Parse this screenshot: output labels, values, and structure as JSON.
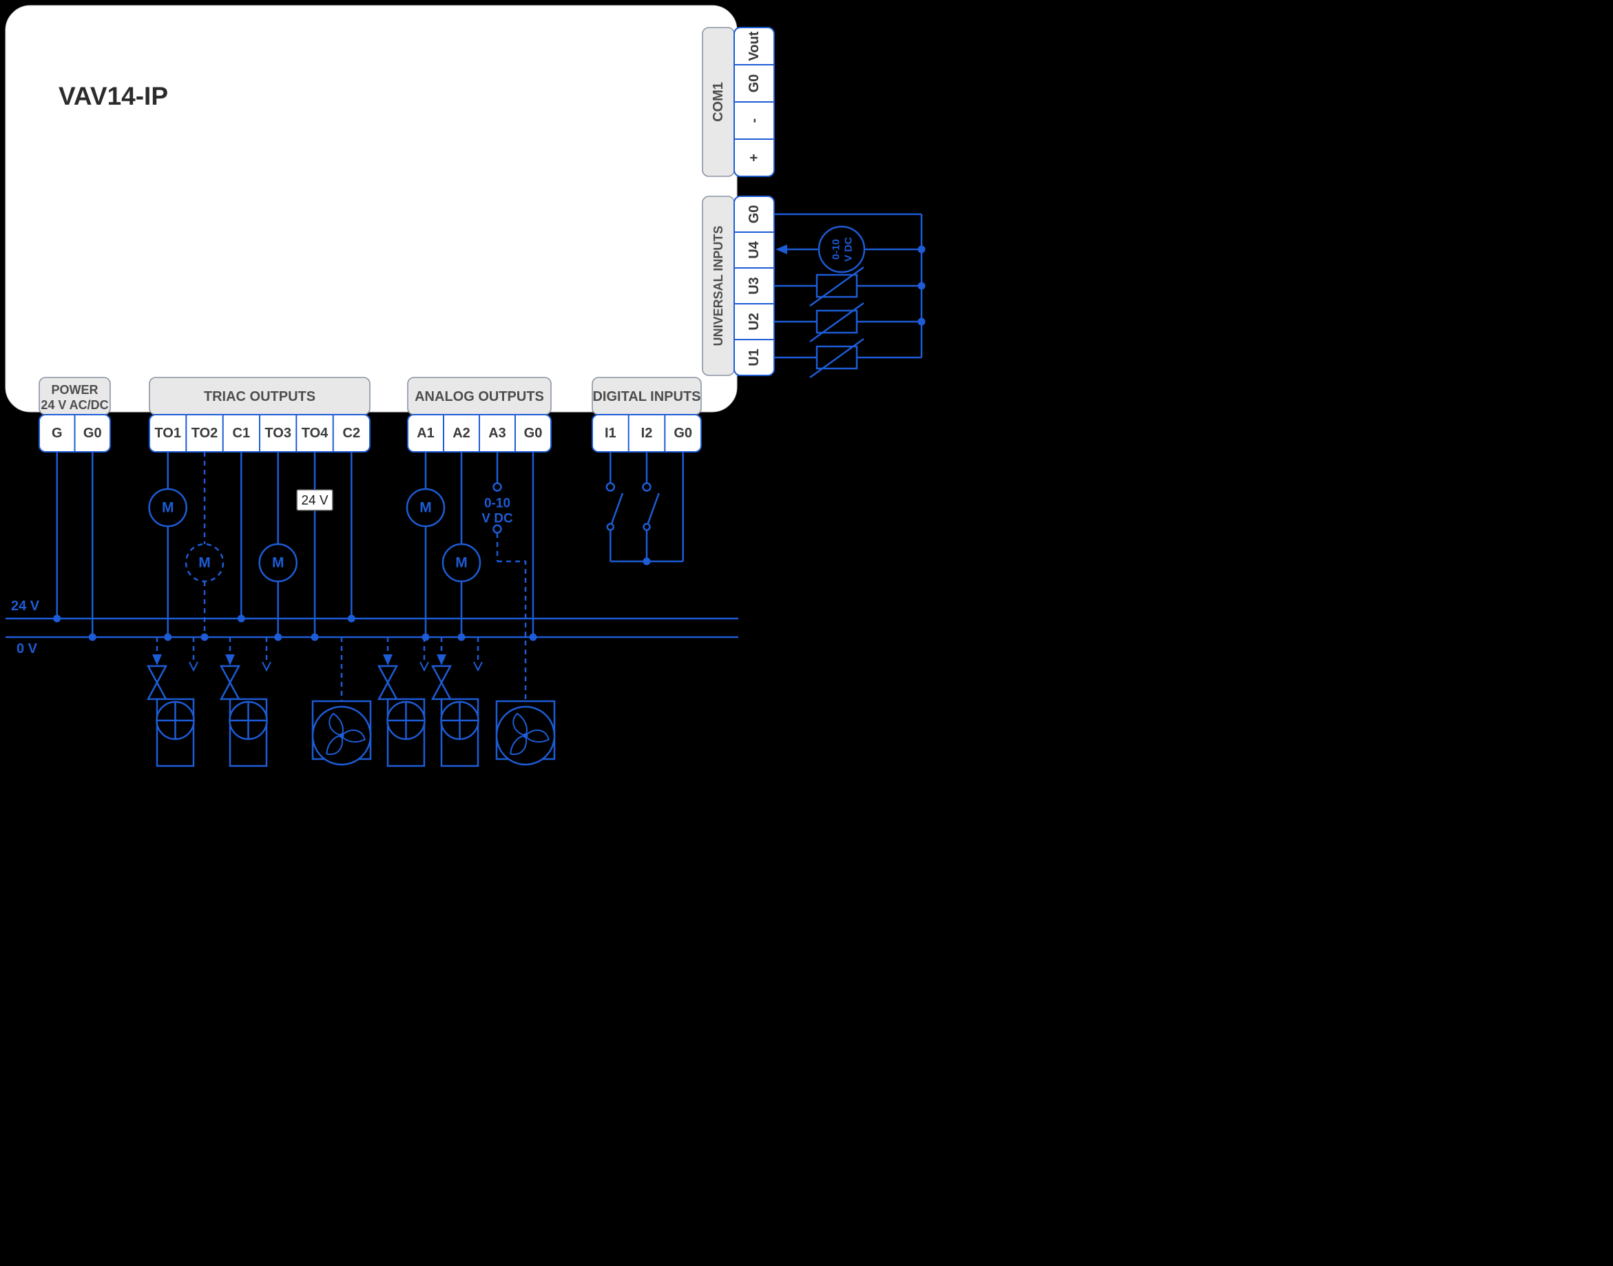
{
  "title": "VAV14-IP",
  "colors": {
    "accent": "#1d5cd6",
    "header_fill": "#e8e8e8",
    "header_stroke": "#8a94a3",
    "header_text": "#4d4d4d",
    "terminal_text": "#3a3a3a",
    "background": "#000000",
    "body": "#ffffff"
  },
  "groups": {
    "power": {
      "label_lines": [
        "POWER",
        "24 V AC/DC"
      ],
      "terminals": [
        "G",
        "G0"
      ]
    },
    "triac": {
      "label": "TRIAC OUTPUTS",
      "terminals": [
        "TO1",
        "TO2",
        "C1",
        "TO3",
        "TO4",
        "C2"
      ]
    },
    "analog": {
      "label": "ANALOG OUTPUTS",
      "terminals": [
        "A1",
        "A2",
        "A3",
        "G0"
      ]
    },
    "digital": {
      "label": "DIGITAL INPUTS",
      "terminals": [
        "I1",
        "I2",
        "G0"
      ]
    },
    "com1": {
      "label": "COM1",
      "terminals": [
        "Vout",
        "G0",
        "-",
        "+"
      ]
    },
    "universal": {
      "label": "UNIVERSAL INPUTS",
      "terminals": [
        "G0",
        "U4",
        "U3",
        "U2",
        "U1"
      ]
    }
  },
  "annotations": {
    "bus_24v": "24 V",
    "bus_0v": "0 V",
    "wire_24v_box": "24 V",
    "motor": "M",
    "analog_signal_line1": "0-10",
    "analog_signal_line2": "V DC",
    "transmitter_line1": "0-10",
    "transmitter_line2": "V DC"
  }
}
